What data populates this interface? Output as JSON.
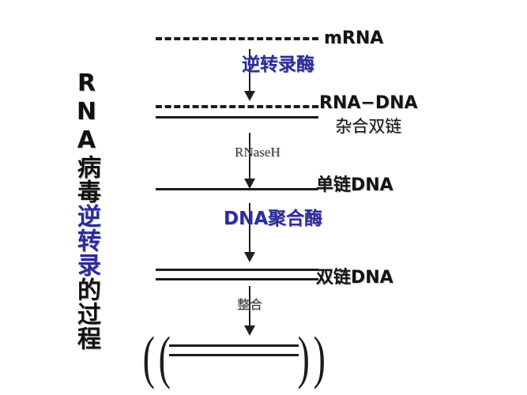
{
  "title": {
    "prefix": "RNA病毒",
    "highlight": "逆转录",
    "suffix": "的过程",
    "full": "RNA病毒逆转录的过程",
    "highlight_color": "#2b2b9e"
  },
  "colors": {
    "accent_blue": "#2b2b9e",
    "line_black": "#1c1c1c",
    "label_black": "#141414",
    "enzyme_gray": "#3a3a3a",
    "background": "#ffffff"
  },
  "steps": [
    {
      "id": "mrna",
      "strand_type": "dashed-single",
      "label": "mRNA",
      "sub_label": ""
    },
    {
      "id": "rna-dna-hybrid",
      "strand_type": "dashed-over-solid",
      "label": "RNA−DNA",
      "sub_label": "杂合双链"
    },
    {
      "id": "ssdna",
      "strand_type": "solid-single",
      "label": "单链DNA",
      "sub_label": ""
    },
    {
      "id": "dsdna",
      "strand_type": "solid-double",
      "label": "双链DNA",
      "sub_label": ""
    },
    {
      "id": "integrated",
      "strand_type": "solid-double-in-parentheses",
      "label": "",
      "sub_label": ""
    }
  ],
  "arrows": [
    {
      "id": "arrow-reverse-transcriptase",
      "enzyme": "逆转录酶",
      "style": "blue"
    },
    {
      "id": "arrow-rnaseh",
      "enzyme": "RNaseH",
      "style": "gray"
    },
    {
      "id": "arrow-dna-polymerase",
      "enzyme": "DNA聚合酶",
      "style": "blue"
    },
    {
      "id": "arrow-integration",
      "enzyme": "整合",
      "style": "gray-cjk"
    }
  ],
  "parentheses": {
    "outer_left": "(",
    "inner_left": "(",
    "inner_right": ")",
    "outer_right": ")"
  }
}
